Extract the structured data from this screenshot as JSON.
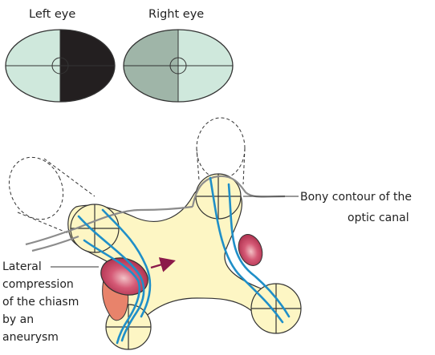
{
  "eyes": {
    "left": {
      "label": "Left eye",
      "blind_half": "temporal (right side of field)"
    },
    "right": {
      "label": "Right eye",
      "blind_half": "none (nasal dimmed)"
    }
  },
  "labels": {
    "bony_contour": [
      "Bony contour of the",
      "optic canal"
    ],
    "lateral_compression": [
      "Lateral",
      "compression",
      "of the chiasm",
      "by an",
      "aneurysm"
    ]
  },
  "colors": {
    "field_normal": "#cfe8dc",
    "field_dimmed": "#9fb5a8",
    "field_blind": "#231f20",
    "chiasm_fill": "#fdf6c4",
    "nerve_fibers": "#1f8fc8",
    "aneurysm": "#c93a5c",
    "aneurysm_light": "#f2c2c6",
    "bone_contour": "#8c8c8c",
    "arrow": "#8b1a4a"
  }
}
